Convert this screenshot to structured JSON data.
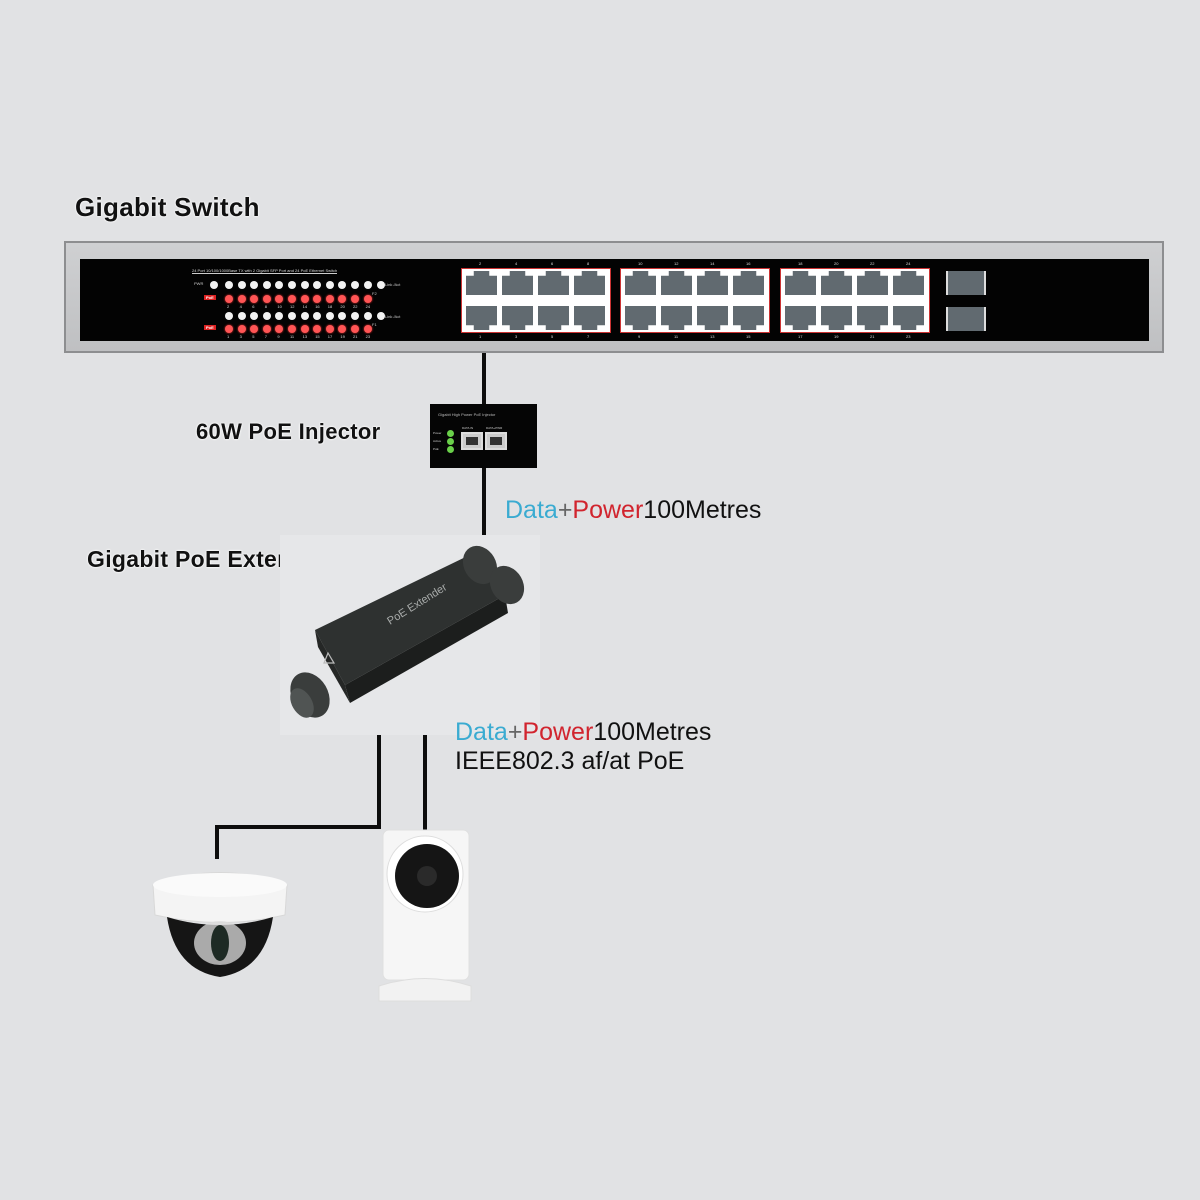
{
  "labels": {
    "switch": "Gigabit  Switch",
    "injector": "60W PoE Injector",
    "extender": "Gigabit PoE Extender"
  },
  "switch": {
    "panel_title": "24 Port 10/100/1000Base TX with 2 Gigabit SFP Port and 24 PoE Ethernet Switch",
    "pwr_label": "PWR",
    "poe_tag": "PoE",
    "link_act_label": "Link /Act",
    "sfp_labels": [
      "F2",
      "F1"
    ],
    "led_top_numbers": [
      "2",
      "4",
      "6",
      "8",
      "10",
      "12",
      "14",
      "16",
      "18",
      "20",
      "22",
      "24"
    ],
    "led_bottom_numbers": [
      "1",
      "3",
      "5",
      "7",
      "9",
      "11",
      "13",
      "15",
      "17",
      "19",
      "21",
      "23"
    ],
    "port_groups": [
      {
        "top": [
          "2",
          "4",
          "6",
          "8"
        ],
        "bottom": [
          "1",
          "3",
          "5",
          "7"
        ]
      },
      {
        "top": [
          "10",
          "12",
          "14",
          "16"
        ],
        "bottom": [
          "9",
          "11",
          "13",
          "15"
        ]
      },
      {
        "top": [
          "18",
          "20",
          "22",
          "24"
        ],
        "bottom": [
          "17",
          "19",
          "21",
          "23"
        ]
      }
    ],
    "sfp_ports": 2,
    "colors": {
      "chassis": "#c8c9cb",
      "panel": "#030303",
      "led_poe": "#ff5555",
      "port": "#616a70"
    }
  },
  "injector": {
    "title": "Gigabit High Power PoE Injector",
    "led_labels": [
      "Power",
      "Active",
      "PoE"
    ],
    "port_labels": [
      "DATA IN",
      "DATA+PWR"
    ],
    "led_color": "#6ad04a"
  },
  "extender": {
    "brand_text": "PoE Extender"
  },
  "captions": {
    "link1": {
      "data": "Data",
      "plus": "+",
      "power": "Power",
      "distance": "100Metres"
    },
    "link2": {
      "data": "Data",
      "plus": "+",
      "power": "Power",
      "distance": "100Metres",
      "standard": "IEEE802.3 af/at PoE"
    }
  },
  "colors": {
    "background": "#e1e2e4",
    "data_text": "#3aabd1",
    "power_text": "#d1242e",
    "cable": "#0d0d0d"
  },
  "devices": [
    {
      "name": "dome-camera"
    },
    {
      "name": "cube-camera"
    }
  ]
}
